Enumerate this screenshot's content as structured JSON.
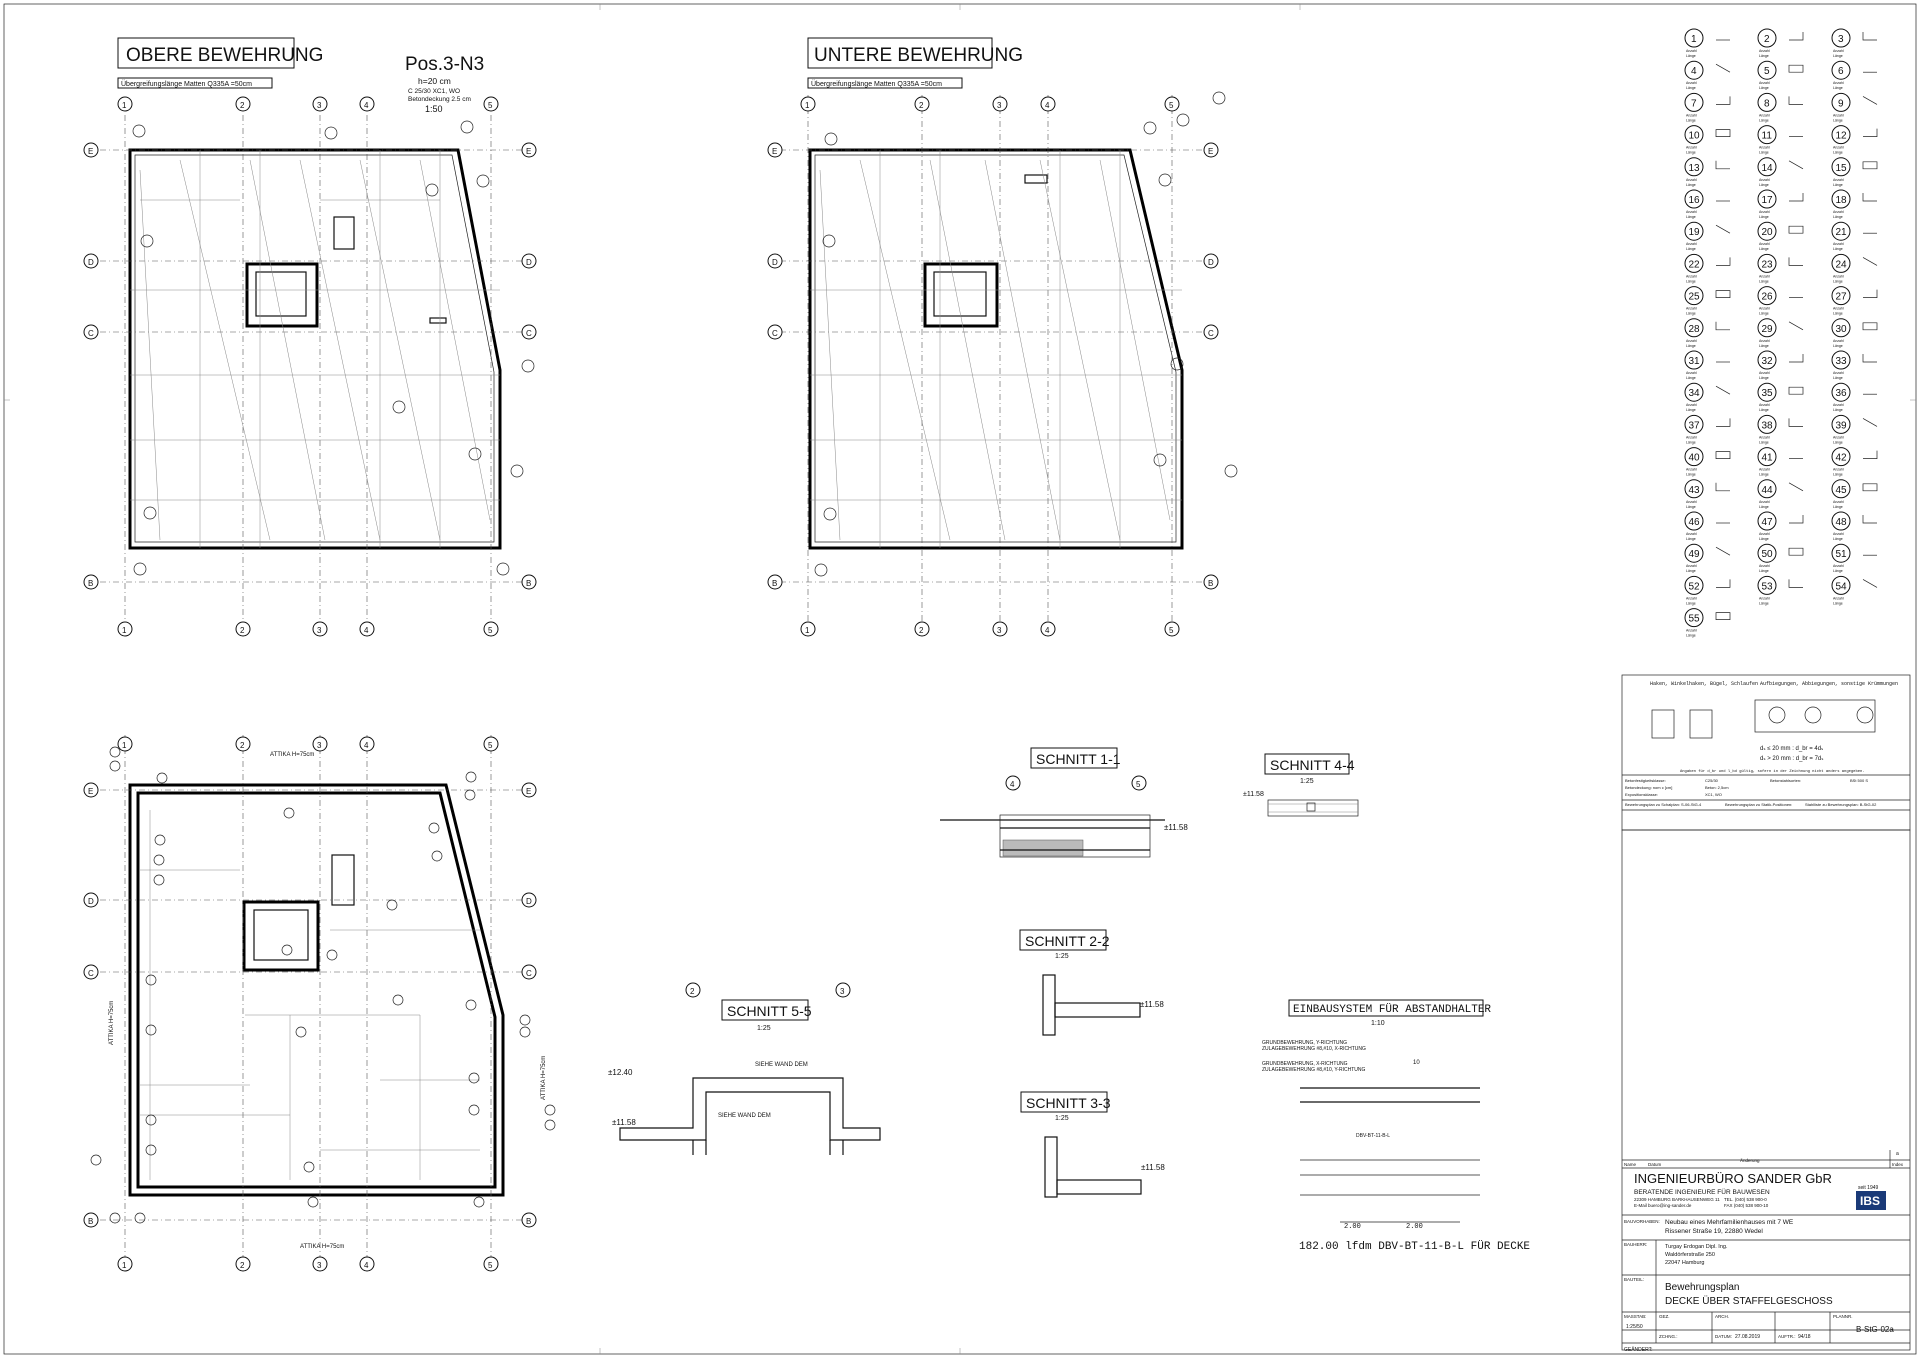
{
  "plans": {
    "top": {
      "title": "OBERE BEWEHRUNG",
      "note": "Übergreifungslänge Matten Q335A =50cm",
      "pos": "Pos.3-N3",
      "h": "h=20 cm",
      "concrete": "C 25/30  XC1, WO",
      "cover": "Betondeckung 2.5 cm",
      "scale": "1:50"
    },
    "bottom": {
      "title": "UNTERE BEWEHRUNG",
      "note": "Übergreifungslänge Matten Q335A =50cm"
    },
    "axes_letters": [
      "E",
      "D",
      "C",
      "B"
    ],
    "axes_numbers": [
      "1",
      "2",
      "3",
      "4",
      "5"
    ],
    "attika_top": "ATTIKA H=75cm",
    "attika_bottom": "ATTIKA H=75cm",
    "attika_left": "ATTIKA H=75cm",
    "attika_right": "ATTIKA H=75cm"
  },
  "sections": {
    "s11": {
      "title": "SCHNITT 1-1",
      "scale": "",
      "level": "±11.58"
    },
    "s44": {
      "title": "SCHNITT 4-4",
      "scale": "1:25",
      "level": "±11.58"
    },
    "s22": {
      "title": "SCHNITT 2-2",
      "scale": "1:25",
      "level": "±11.58"
    },
    "s33": {
      "title": "SCHNITT 3-3",
      "scale": "1:25",
      "level": "±11.58"
    },
    "s55": {
      "title": "SCHNITT 5-5",
      "scale": "1:25",
      "level1": "±12.40",
      "level2": "±11.58",
      "label1": "SIEHE WAND DEM",
      "label2": "SIEHE WAND DEM"
    },
    "spacer": {
      "title": "EINBAUSYSTEM FÜR ABSTANDHALTER",
      "scale": "1:10",
      "summary": "182.00  lfdm DBV-BT-11-B-L  FÜR DECKE",
      "dim1": "2.00",
      "dim2": "2.00",
      "dim3": "10",
      "lbl1": "GRUNDBEWEHRUNG, Y-RICHTUNG",
      "lbl2": "ZULAGEBEWEHRUNG #8,#10,  X-RICHTUNG",
      "lbl3": "GRUNDBEWEHRUNG, X-RICHTUNG",
      "lbl4": "ZULAGEBEWEHRUNG #8,#10,  Y-RICHTUNG",
      "tag": "DBV-BT-11-B-L"
    }
  },
  "bar_schedule": {
    "numbers": [
      "1",
      "2",
      "3",
      "4",
      "5",
      "6",
      "7",
      "8",
      "9",
      "10",
      "11",
      "12",
      "13",
      "14",
      "15",
      "16",
      "17",
      "18",
      "19",
      "20",
      "21",
      "22",
      "23",
      "24",
      "25",
      "26",
      "27",
      "28",
      "29",
      "30",
      "31",
      "32",
      "33",
      "34",
      "35",
      "36",
      "37",
      "38",
      "39",
      "40",
      "41",
      "42",
      "43",
      "44",
      "45",
      "46",
      "47",
      "48",
      "49",
      "50",
      "51",
      "52",
      "53",
      "54",
      "55"
    ],
    "anzahl_label": "Anzahl",
    "laenge_label": "Länge"
  },
  "legend": {
    "hooks_label": "Haken, Winkelhaken, Bügel, Schlaufen",
    "bends_label": "Aufbiegungen, Abbiegungen, sonstige Krümmungen",
    "rule1": "dₛ ≤ 20 mm :  d_br = 4dₛ",
    "rule2": "dₛ > 20 mm :  d_br = 7dₛ",
    "note": "Angaben für d_br und l_bd gültig, sofern in der Zeichnung nicht anders angegeben.",
    "rows": [
      [
        "Betonfestigkeitsklasse:",
        "C25/30",
        "Betonstahlsorten:",
        "BSt 500 S"
      ],
      [
        "Betondeckung: nom c [cm]",
        "",
        "Beton: 2,5cm",
        ""
      ],
      [
        "Expositionsklasse:",
        "",
        "XC1, WO",
        ""
      ]
    ],
    "refs": [
      "Bewehrungsplan zu Schalplan: S-06-StG-4",
      "Bewehrungsplan zu Statik-Positionen:",
      "Stahlliste zu Bewehrungsplan: B-StG-02"
    ]
  },
  "title_block": {
    "revision_cols": [
      "Name",
      "Datum",
      "Änderung",
      "Index"
    ],
    "index_top": "a",
    "firm": "INGENIEURBÜRO SANDER GbR",
    "firm_sub": "BERATENDE INGENIEURE FÜR BAUWESEN",
    "address": "22309 HAMBURG BARKHAUSENWEG 11",
    "phone": "TEL. (040) 538 900-0",
    "fax": "FAX (040) 538 900-10",
    "email": "E-Mail buero@ing-sander.de",
    "since": "seit 1949",
    "logo": "IBS",
    "bauvorhaben_label": "BAUVORHABEN:",
    "bauvorhaben": "Neubau eines Mehrfamilienhauses mit 7 WE",
    "bauvorhaben2": "Rissener Straße 19, 22880 Wedel",
    "bauherr_label": "BAUHERR:",
    "bauherr": "Turgay Erdogan Dipl. Ing.",
    "bauherr2": "Waldörferstraße 250",
    "bauherr3": "22047 Hamburg",
    "bauteil_label": "BAUTEIL:",
    "plan_title": "Bewehrungsplan",
    "plan_subtitle": "DECKE ÜBER STAFFELGESCHOSS",
    "massstab_label": "MASSTAB:",
    "massstab": "1:25/50",
    "gez_label": "GEZ.",
    "arch_label": "ARCH.",
    "planr_label": "PLANNR.",
    "zchng_label": "ZCHNG.:",
    "datum_label": "DATUM:",
    "datum": "27.08.2019",
    "auftr_label": "AUFTR.:",
    "auftr": "94/18",
    "planr": "B-StG-02a",
    "geaendert_label": "GEÄNDERT:"
  }
}
